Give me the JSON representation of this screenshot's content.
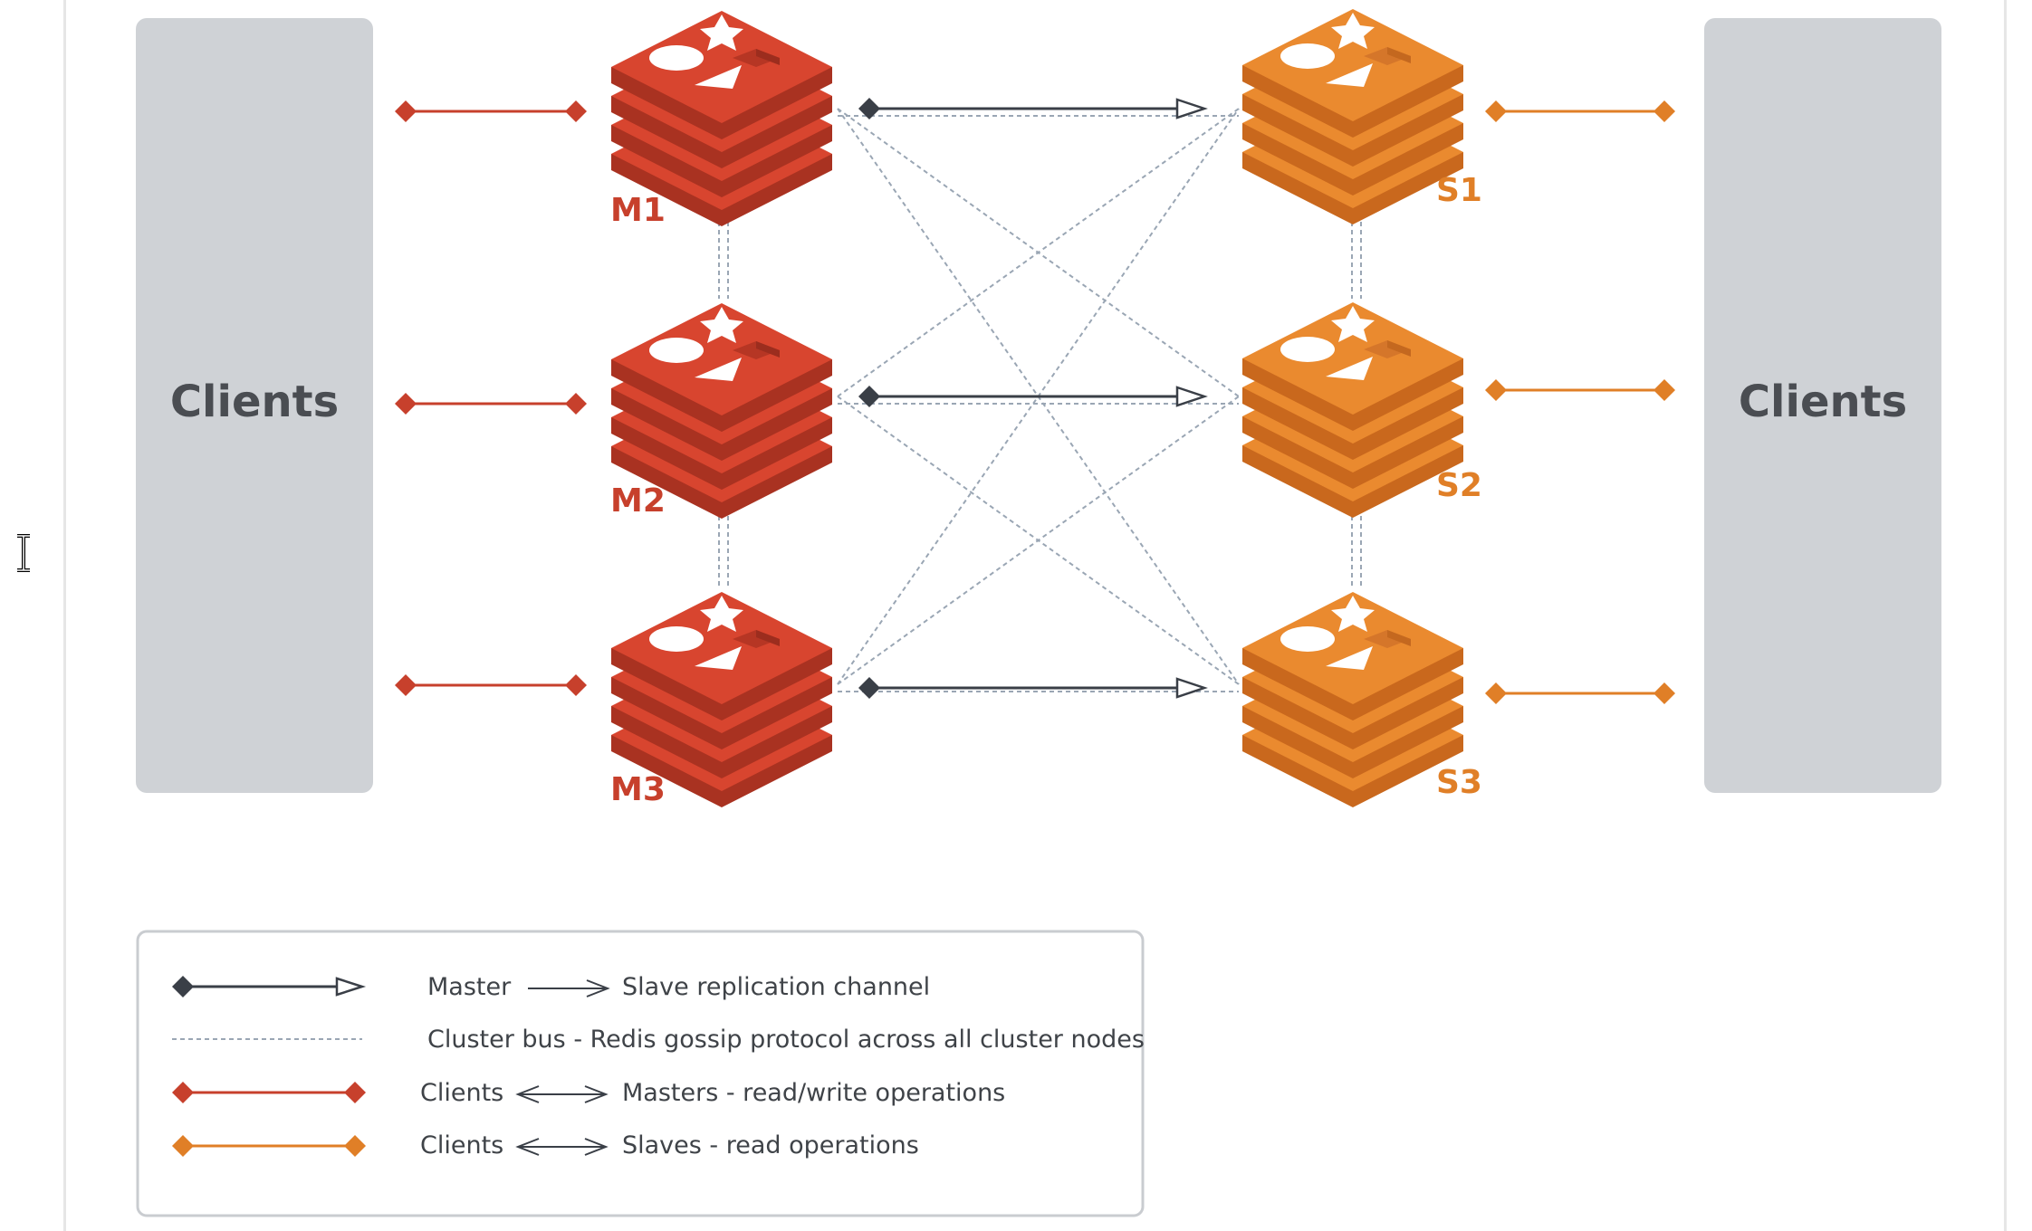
{
  "diagram": {
    "clients_left": "Clients",
    "clients_right": "Clients",
    "masters": [
      {
        "label": "M1",
        "role": "master"
      },
      {
        "label": "M2",
        "role": "master"
      },
      {
        "label": "M3",
        "role": "master"
      }
    ],
    "slaves": [
      {
        "label": "S1",
        "role": "slave"
      },
      {
        "label": "S2",
        "role": "slave"
      },
      {
        "label": "S3",
        "role": "slave"
      }
    ],
    "replication": [
      {
        "from": "M1",
        "to": "S1"
      },
      {
        "from": "M2",
        "to": "S2"
      },
      {
        "from": "M3",
        "to": "S3"
      }
    ]
  },
  "legend": {
    "replication": {
      "left": "Master",
      "right": "Slave replication channel"
    },
    "cluster_bus": {
      "text": "Cluster bus - Redis gossip protocol across all cluster nodes"
    },
    "client_master": {
      "left": "Clients",
      "right": "Masters - read/write operations"
    },
    "client_slave": {
      "left": "Clients",
      "right": "Slaves - read operations"
    }
  },
  "colors": {
    "master": "#c7402c",
    "slave": "#e07f27",
    "replication_line": "#3a3f47",
    "cluster_bus": "#9aa6b4",
    "client_box": "#cfd2d6"
  },
  "icons": [
    "redis-logo-icon",
    "text-cursor-icon"
  ]
}
